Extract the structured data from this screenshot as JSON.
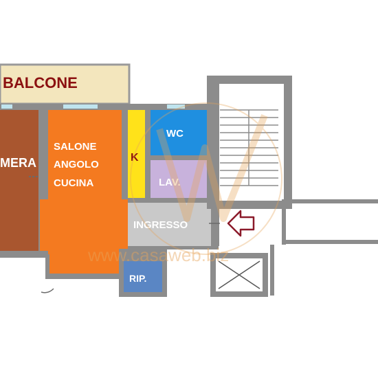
{
  "rooms": {
    "balcone": "BALCONE",
    "camera": "MERA",
    "salone": [
      "SALONE",
      "ANGOLO",
      "CUCINA"
    ],
    "k": "K",
    "wc": "WC",
    "lav": "LAV.",
    "ingresso": "INGRESSO",
    "rip": "RIP."
  },
  "watermark": "www.casaweb.biz",
  "colors": {
    "balcone": "#f3e6bd",
    "camera": "#a9562f",
    "salone": "#f47a20",
    "k": "#ffe21a",
    "wc": "#1f8fe0",
    "lav": "#c8b2dc",
    "ingresso": "#c9c9c9",
    "rip": "#5a86c4",
    "wall": "#8c8c8c",
    "label_dark": "#8b1010",
    "label_light": "#ffffff",
    "arrow": "#8b1a2a"
  }
}
